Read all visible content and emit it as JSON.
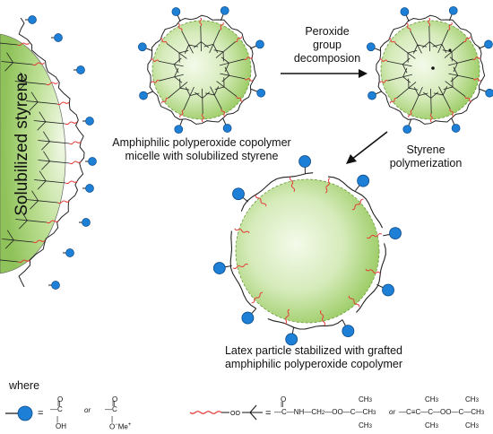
{
  "labels": {
    "solubilized": "Solubilized styrene",
    "step1_line1": "Peroxide",
    "step1_line2": "group",
    "step1_line3": "decomposion",
    "micelle_line1": "Amphiphilic polyperoxide copolymer",
    "micelle_line2": "micelle with solubilized styrene",
    "step2_line1": "Styrene",
    "step2_line2": "polymerization",
    "latex_line1": "Latex particle stabilized with grafted",
    "latex_line2": "amphiphilic polyperoxide copolymer",
    "where": "where"
  },
  "legend": {
    "acid_c": "C",
    "acid_o": "O",
    "acid_oh": "OH",
    "or1": "or",
    "ester_c": "C",
    "ester_o": "O",
    "ester_ome": "O",
    "ester_me": "Me",
    "ester_plus": "+",
    "formula_c": "C",
    "formula_o": "O",
    "formula_nh": "NH",
    "formula_ch2": "CH",
    "formula_sub2": "2",
    "formula_oo": "OO",
    "formula_c2": "C",
    "formula_ch3_top": "CH",
    "formula_ch3_mid": "CH",
    "formula_ch3_bot": "CH",
    "formula_sub3": "3",
    "or2": "or",
    "alkyne_c1": "C",
    "alkyne_c2": "C",
    "alkyne_c3": "C",
    "alkyne_oo": "OO",
    "alkyne_c4": "C",
    "alkyne_ch3_a": "CH",
    "alkyne_ch3_b": "CH",
    "alkyne_ch3_c": "CH",
    "alkyne_ch3_d": "CH",
    "alkyne_ch3_e": "CH"
  },
  "colors": {
    "sphere_outer": "#9ccc65",
    "sphere_inner": "#f4faea",
    "head": "#1e7fd6",
    "head_stroke": "#0d4c8a",
    "wavy": "#e53935",
    "chain": "#222222"
  }
}
